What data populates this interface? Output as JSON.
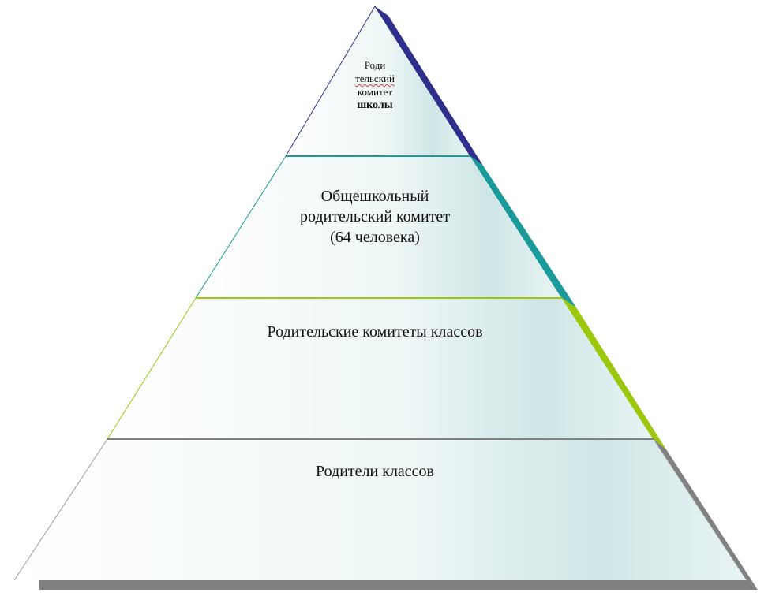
{
  "diagram": {
    "levels": [
      {
        "id": "top",
        "lines": [
          "Роди",
          "тельский",
          "комитет",
          "школы"
        ],
        "accent_color": "#2e2e8c"
      },
      {
        "id": "level-2",
        "lines": [
          "Общешкольный",
          "родительский комитет",
          "(64 человека)"
        ],
        "accent_color": "#1a9a9a"
      },
      {
        "id": "level-3",
        "lines": [
          "Родительские комитеты классов"
        ],
        "accent_color": "#9cc70c"
      },
      {
        "id": "level-4",
        "lines": [
          "Родители классов"
        ],
        "accent_color": "#808080"
      }
    ],
    "fill_color": "#e6f2f2"
  }
}
